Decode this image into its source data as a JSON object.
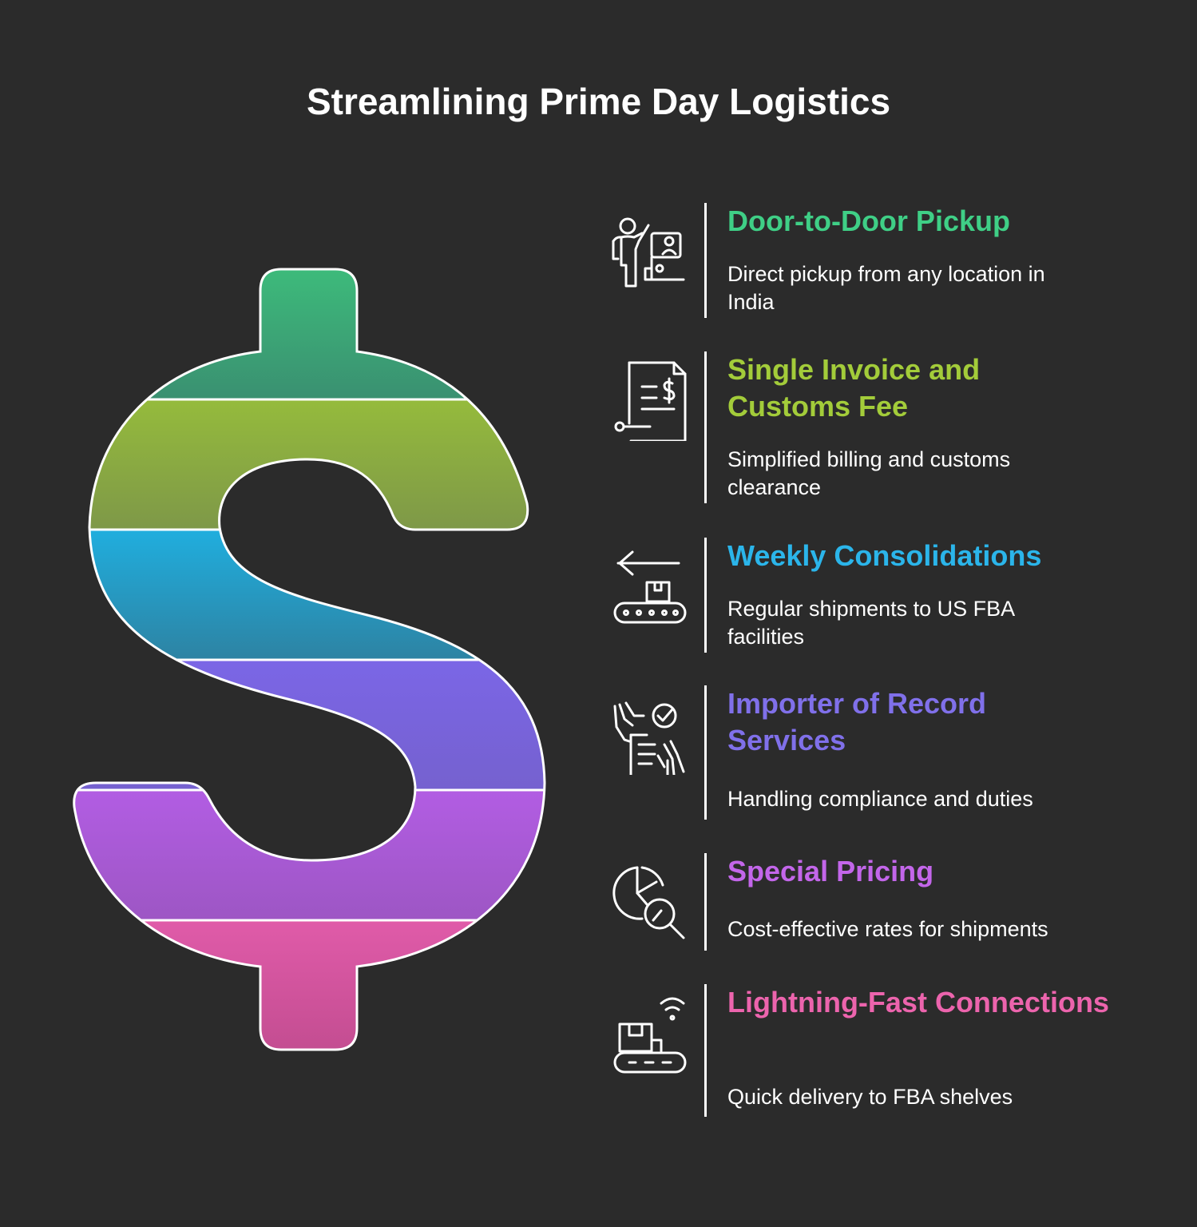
{
  "title": "Streamlining Prime Day Logistics",
  "colors": {
    "background": "#2b2b2b",
    "band1": "#3fbf7f",
    "band2": "#95b83a",
    "band3": "#22a8d6",
    "band4": "#7a66e0",
    "band5": "#b25de0",
    "band6": "#d95ba3"
  },
  "items": [
    {
      "icon": "person-pickup-icon",
      "heading": "Door-to-Door Pickup",
      "description": "Direct pickup from any location in India",
      "color": "#3fcf86"
    },
    {
      "icon": "invoice-dollar-icon",
      "heading": "Single Invoice and Customs Fee",
      "description": "Simplified billing and customs clearance",
      "color": "#a3cc3a"
    },
    {
      "icon": "conveyor-arrow-icon",
      "heading": "Weekly Consolidations",
      "description": "Regular shipments to US FBA facilities",
      "color": "#2bb5ea"
    },
    {
      "icon": "checklist-hand-icon",
      "heading": "Importer of Record Services",
      "description": "Handling compliance and duties",
      "color": "#8070ea"
    },
    {
      "icon": "pie-magnifier-icon",
      "heading": "Special Pricing",
      "description": "Cost-effective rates for shipments",
      "color": "#c366ea"
    },
    {
      "icon": "conveyor-wifi-icon",
      "heading": "Lightning-Fast Connections",
      "description": "Quick delivery to FBA shelves",
      "color": "#ec64ad"
    }
  ]
}
